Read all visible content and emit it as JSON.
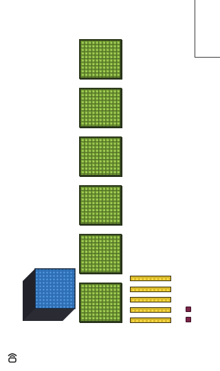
{
  "activity": {
    "answer_box": {
      "value": ""
    },
    "blocks": {
      "thousands_cubes": 1,
      "hundreds_flats": 6,
      "tens_rods": 5,
      "ones_units": 2
    },
    "colors": {
      "cube": "#2f6fb5",
      "flat": "#7da83a",
      "rod": "#d8b82a",
      "unit": "#7a2448"
    }
  },
  "toolbar": {
    "speaker_icon": "speaker-icon"
  }
}
